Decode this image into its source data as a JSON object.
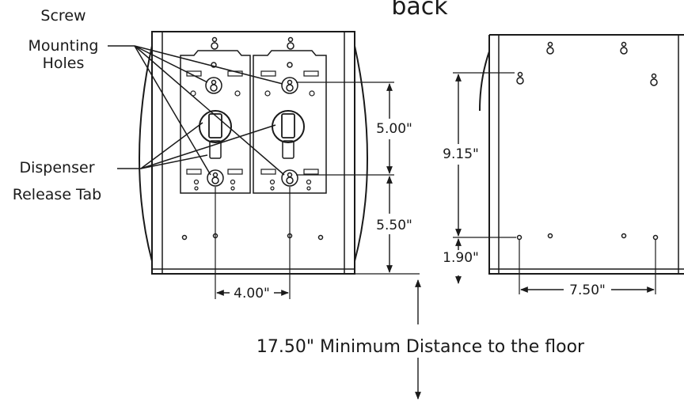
{
  "title": "back",
  "labels": {
    "screw_line1": "Screw",
    "screw_line2": "Mounting",
    "screw_line3": "Holes",
    "release_line1": "Dispenser",
    "release_line2": "Release Tab"
  },
  "dimensions": {
    "vertical_upper": "5.00\"",
    "vertical_lower": "5.50\"",
    "back_height": "9.15\"",
    "floor_offset": "1.90\"",
    "hole_spacing_front": "4.00\"",
    "hole_spacing_back": "7.50\"",
    "floor_note": "17.50\" Minimum Distance to the floor"
  }
}
